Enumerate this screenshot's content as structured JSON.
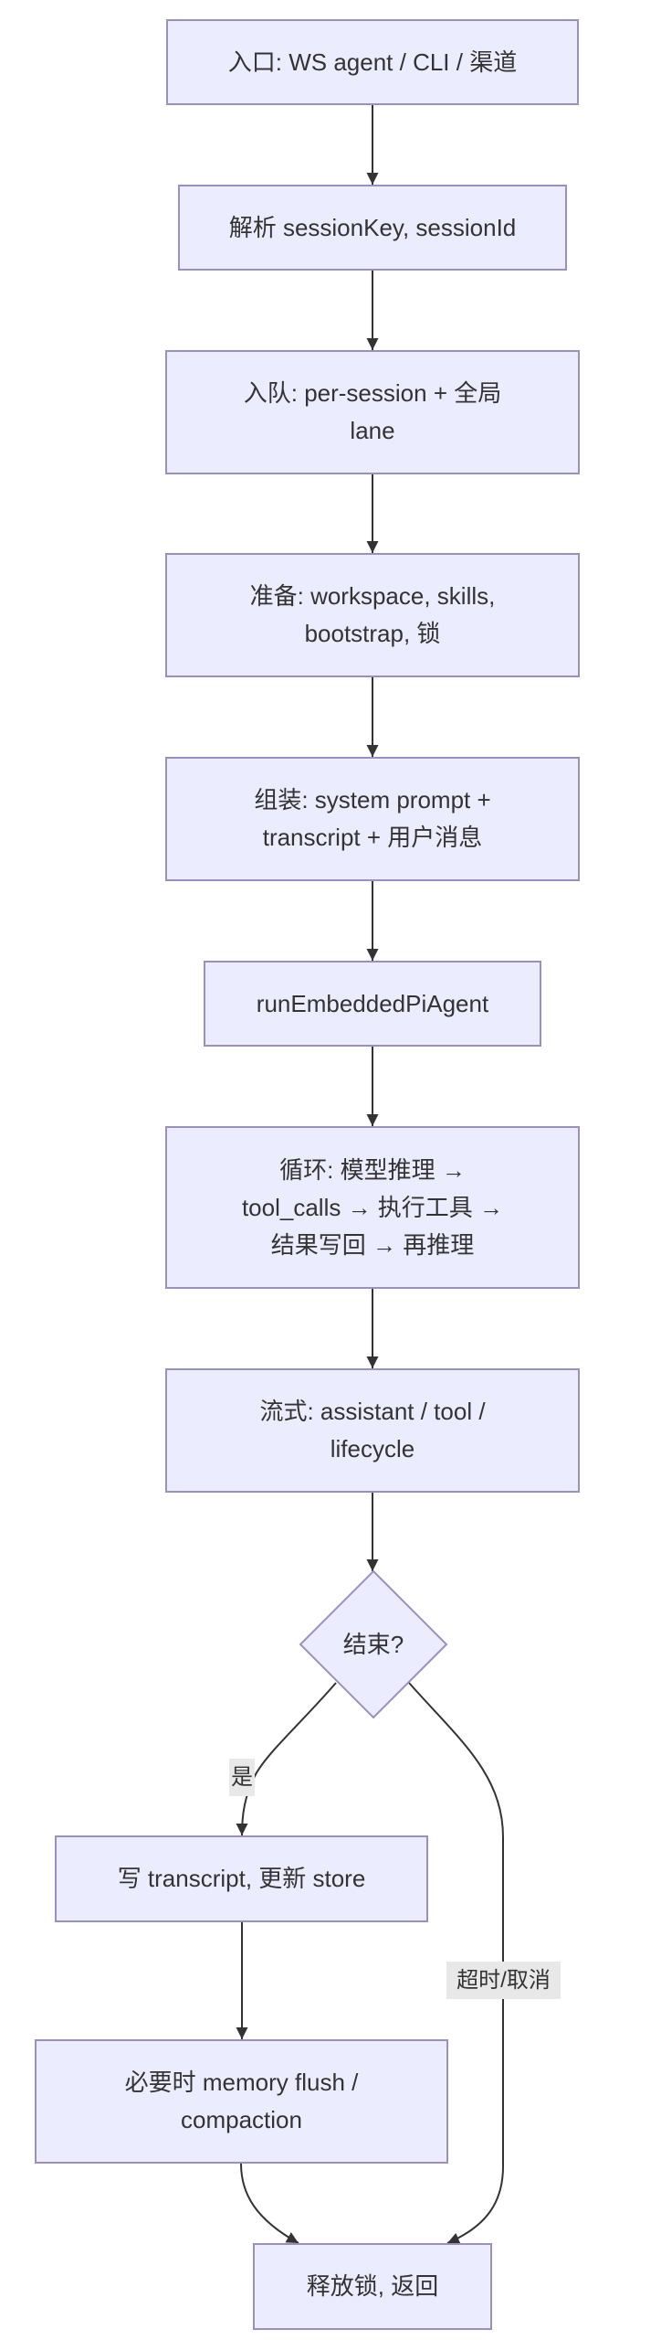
{
  "colors": {
    "node_fill": "#ECECFF",
    "node_stroke": "#9a8fbf",
    "text": "#333333",
    "edge": "#333333",
    "edge_label_bg": "#e8e8e8"
  },
  "diagram": {
    "type": "flowchart",
    "direction": "top-down",
    "nodes": [
      {
        "id": "entry",
        "shape": "rect",
        "lines": [
          "入口: WS agent / CLI / 渠道"
        ]
      },
      {
        "id": "resolve",
        "shape": "rect",
        "lines": [
          "解析 sessionKey, sessionId"
        ]
      },
      {
        "id": "enqueue",
        "shape": "rect",
        "lines": [
          "入队: per-session + 全局",
          "lane"
        ]
      },
      {
        "id": "prepare",
        "shape": "rect",
        "lines": [
          "准备: workspace, skills,",
          "bootstrap, 锁"
        ]
      },
      {
        "id": "assemble",
        "shape": "rect",
        "lines": [
          "组装: system prompt +",
          "transcript + 用户消息"
        ]
      },
      {
        "id": "run",
        "shape": "rect",
        "lines": [
          "runEmbeddedPiAgent"
        ]
      },
      {
        "id": "loop",
        "shape": "rect",
        "lines": [
          "循环: 模型推理 →",
          "tool_calls → 执行工具 →",
          "结果写回 → 再推理"
        ]
      },
      {
        "id": "stream",
        "shape": "rect",
        "lines": [
          "流式: assistant / tool /",
          "lifecycle"
        ]
      },
      {
        "id": "done",
        "shape": "diamond",
        "lines": [
          "结束?"
        ]
      },
      {
        "id": "write",
        "shape": "rect",
        "lines": [
          "写 transcript, 更新 store"
        ]
      },
      {
        "id": "flush",
        "shape": "rect",
        "lines": [
          "必要时 memory flush /",
          "compaction"
        ]
      },
      {
        "id": "release",
        "shape": "rect",
        "lines": [
          "释放锁, 返回"
        ]
      }
    ],
    "edges": [
      {
        "from": "entry",
        "to": "resolve",
        "label": ""
      },
      {
        "from": "resolve",
        "to": "enqueue",
        "label": ""
      },
      {
        "from": "enqueue",
        "to": "prepare",
        "label": ""
      },
      {
        "from": "prepare",
        "to": "assemble",
        "label": ""
      },
      {
        "from": "assemble",
        "to": "run",
        "label": ""
      },
      {
        "from": "run",
        "to": "loop",
        "label": ""
      },
      {
        "from": "loop",
        "to": "stream",
        "label": ""
      },
      {
        "from": "stream",
        "to": "done",
        "label": ""
      },
      {
        "from": "done",
        "to": "write",
        "label": "是"
      },
      {
        "from": "write",
        "to": "flush",
        "label": ""
      },
      {
        "from": "flush",
        "to": "release",
        "label": ""
      },
      {
        "from": "done",
        "to": "release",
        "label": "超时/取消"
      }
    ]
  }
}
